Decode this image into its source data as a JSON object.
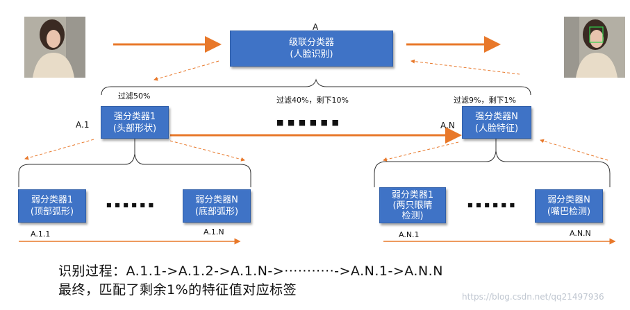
{
  "top": {
    "label": "A",
    "box_line1": "级联分类器",
    "box_line2": "(人脸识别)"
  },
  "strong_left": {
    "label": "A.1",
    "filter": "过滤50%",
    "line1": "强分类器1",
    "line2": "(头部形状)"
  },
  "strong_right": {
    "label": "A.N",
    "filter": "过滤9%，剩下1%",
    "line1": "强分类器N",
    "line2": "(人脸特征)"
  },
  "middle_filter": "过滤40%，剩下10%",
  "ellipsis_big": "■ ■ ■ ■ ■ ■",
  "ellipsis_small": "■ ■ ■ ■ ■ ■",
  "weak_left": [
    {
      "label": "A.1.1",
      "line1": "弱分类器1",
      "line2": "(顶部弧形)",
      "line3": ""
    },
    {
      "label": "A.1.N",
      "line1": "弱分类器N",
      "line2": "(底部弧形)",
      "line3": ""
    }
  ],
  "weak_right": [
    {
      "label": "A.N.1",
      "line1": "弱分类器1",
      "line2": "(两只眼睛",
      "line3": "检测)"
    },
    {
      "label": "A.N.N",
      "line1": "弱分类器N",
      "line2": "(嘴巴检测)",
      "line3": ""
    }
  ],
  "notes": {
    "process": "识别过程：A.1.1->A.1.2->A.1.N->···········->A.N.1->A.N.N",
    "final": "最终，匹配了剩余1%的特征值对应标签"
  },
  "watermark": "https://blog.csdn.net/qq21497936",
  "colors": {
    "box": "#3f73c6",
    "arrow": "#e8782a",
    "line": "#333333",
    "weak_arrow": "#e8782a"
  }
}
